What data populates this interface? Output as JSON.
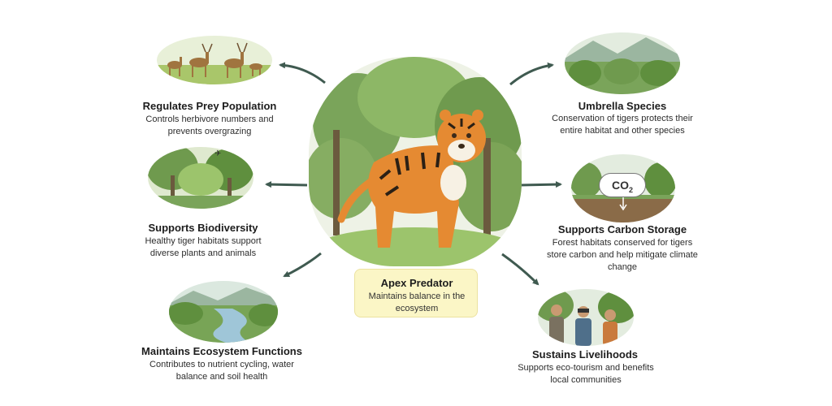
{
  "center": {
    "title": "Apex Predator",
    "description": "Maintains balance in the ecosystem"
  },
  "roles": [
    {
      "title": "Regulates Prey Population",
      "description": "Controls herbivore numbers and prevents overgrazing"
    },
    {
      "title": "Supports Biodiversity",
      "description": "Healthy tiger habitats support diverse plants and animals"
    },
    {
      "title": "Maintains Ecosystem Functions",
      "description": "Contributes to nutrient cycling, water balance and soil health"
    },
    {
      "title": "Umbrella Species",
      "description": "Conservation of tigers protects their entire habitat and other species"
    },
    {
      "title": "Supports Carbon Storage",
      "description": "Forest habitats conserved for tigers store carbon and help mitigate climate change"
    },
    {
      "title": "Sustains Livelihoods",
      "description": "Supports eco-tourism and benefits local communities"
    }
  ],
  "co2_label": {
    "main": "CO",
    "sub": "2"
  },
  "colors": {
    "arrow": "#3f5a50",
    "box_fill": "#fbf6c6",
    "tiger_orange": "#e58a32",
    "forest_green": "#5f8f3e"
  },
  "icons": [
    "tiger-illustration",
    "deer-herd-scene",
    "forest-scene",
    "river-scene",
    "mountain-forest-scene",
    "co2-cloud-icon",
    "people-binoculars-scene"
  ]
}
